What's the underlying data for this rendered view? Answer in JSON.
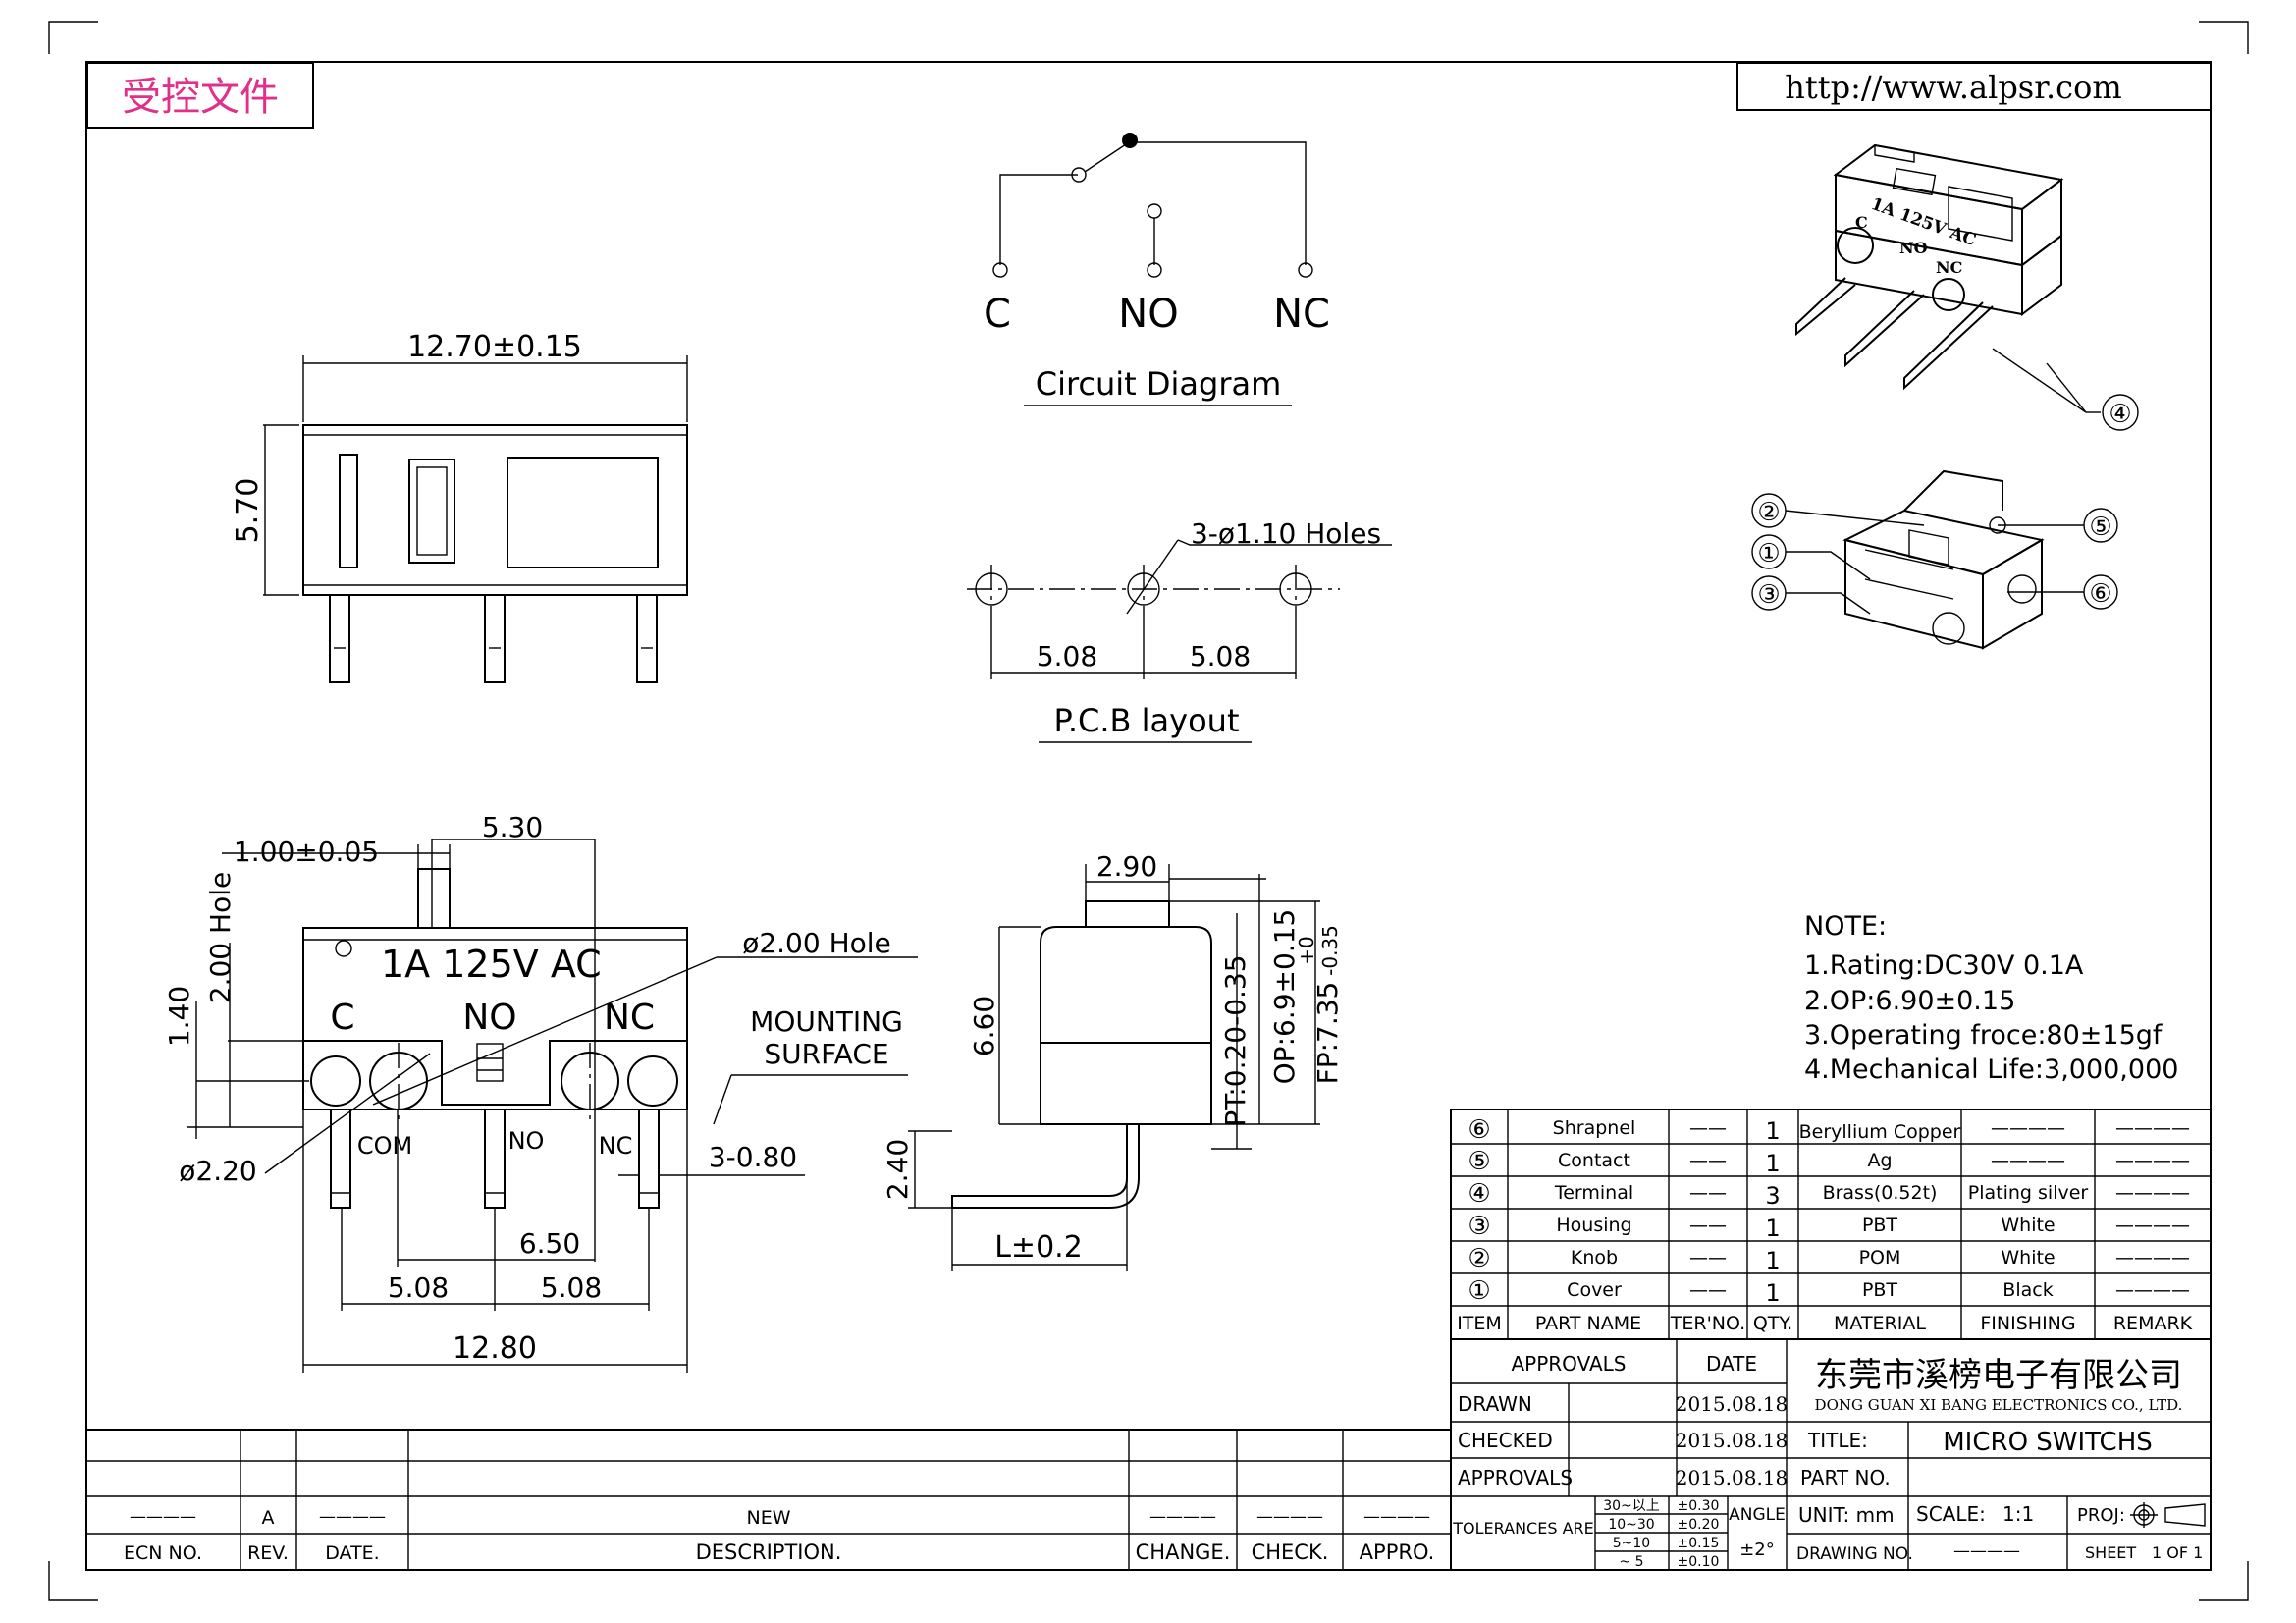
{
  "stamp": "受控文件",
  "url": "http://www.alpsr.com",
  "circuit": {
    "c": "C",
    "no": "NO",
    "nc": "NC",
    "title": "Circuit Diagram"
  },
  "pcb": {
    "holes": "3-ø1.10 Holes",
    "dim1": "5.08",
    "dim2": "5.08",
    "title": "P.C.B layout"
  },
  "top_view": {
    "width": "12.70±0.15",
    "height": "5.70"
  },
  "front_view": {
    "pin_w": "1.00±0.05",
    "offset": "5.30",
    "hole_h": "2.00 Hole",
    "h140": "1.40",
    "rating": "1A 125V AC",
    "c": "C",
    "no": "NO",
    "nc": "NC",
    "hole200": "ø2.00 Hole",
    "mount1": "MOUNTING",
    "mount2": "SURFACE",
    "com": "COM",
    "no_s": "NO",
    "nc_s": "NC",
    "d220": "ø2.20",
    "pin080": "3-0.80",
    "d650": "6.50",
    "d508a": "5.08",
    "d508b": "5.08",
    "width": "12.80"
  },
  "side_view": {
    "w290": "2.90",
    "h660": "6.60",
    "h240": "2.40",
    "pt": "PT:0.20-0.35",
    "op": "OP:6.9±0.15",
    "fp": "FP:7.35",
    "fp_tol_up": "+0",
    "fp_tol_dn": "-0.35",
    "l": "L±0.2"
  },
  "callouts": [
    "④",
    "②",
    "①",
    "③",
    "⑤",
    "⑥"
  ],
  "iso": {
    "rating": "1A 125V AC",
    "c": "C",
    "no": "NO",
    "nc": "NC"
  },
  "notes": {
    "title": "NOTE:",
    "lines": [
      "1.Rating:DC30V  0.1A",
      "2.OP:6.90±0.15",
      "3.Operating  froce:80±15gf",
      "4.Mechanical  Life:3,000,000"
    ]
  },
  "bom": {
    "rows": [
      {
        "item": "⑥",
        "name": "Shrapnel",
        "ter": "——",
        "qty": "1",
        "material": "Beryllium  Copper",
        "finishing": "————",
        "remark": "————"
      },
      {
        "item": "⑤",
        "name": "Contact",
        "ter": "——",
        "qty": "1",
        "material": "Ag",
        "finishing": "————",
        "remark": "————"
      },
      {
        "item": "④",
        "name": "Terminal",
        "ter": "——",
        "qty": "3",
        "material": "Brass(0.52t)",
        "finishing": "Plating  silver",
        "remark": "————"
      },
      {
        "item": "③",
        "name": "Housing",
        "ter": "——",
        "qty": "1",
        "material": "PBT",
        "finishing": "White",
        "remark": "————"
      },
      {
        "item": "②",
        "name": "Knob",
        "ter": "——",
        "qty": "1",
        "material": "POM",
        "finishing": "White",
        "remark": "————"
      },
      {
        "item": "①",
        "name": "Cover",
        "ter": "——",
        "qty": "1",
        "material": "PBT",
        "finishing": "Black",
        "remark": "————"
      }
    ],
    "header": {
      "item": "ITEM",
      "name": "PART NAME",
      "ter": "TER'NO.",
      "qty": "QTY.",
      "material": "MATERIAL",
      "finishing": "FINISHING",
      "remark": "REMARK"
    }
  },
  "title_block": {
    "approvals": "APPROVALS",
    "date": "DATE",
    "drawn": "DRAWN",
    "checked": "CHECKED",
    "approvals2": "APPROVALS",
    "drawn_date": "2015.08.18",
    "checked_date": "2015.08.18",
    "approvals_date": "2015.08.18",
    "company_cn": "东莞市溪榜电子有限公司",
    "company_en": "DONG GUAN XI BANG ELECTRONICS CO., LTD.",
    "title_label": "TITLE:",
    "title_value": "MICRO  SWITCHS",
    "part_no": "PART NO.",
    "tolerances": "TOLERANCES ARE",
    "tol_ranges": [
      "30~以上",
      "10~30",
      "5~10",
      "~ 5"
    ],
    "tol_values": [
      "±0.30",
      "±0.20",
      "±0.15",
      "±0.10"
    ],
    "angle": "ANGLE",
    "angle_value": "±2°",
    "unit": "UNIT: mm",
    "scale": "SCALE:",
    "scale_value": "1:1",
    "proj": "PROJ:",
    "drawing_no": "DRAWING NO.",
    "drawing_no_value": "————",
    "sheet": "SHEET",
    "sheet_value": "1 OF 1"
  },
  "revision": {
    "ecn": "ECN NO.",
    "rev": "REV.",
    "date": "DATE.",
    "desc": "DESCRIPTION.",
    "change": "CHANGE.",
    "check": "CHECK.",
    "appro": "APPRO.",
    "row": {
      "ecn": "————",
      "rev": "A",
      "date": "————",
      "desc": "NEW",
      "change": "————",
      "check": "————",
      "appro": "————"
    }
  }
}
